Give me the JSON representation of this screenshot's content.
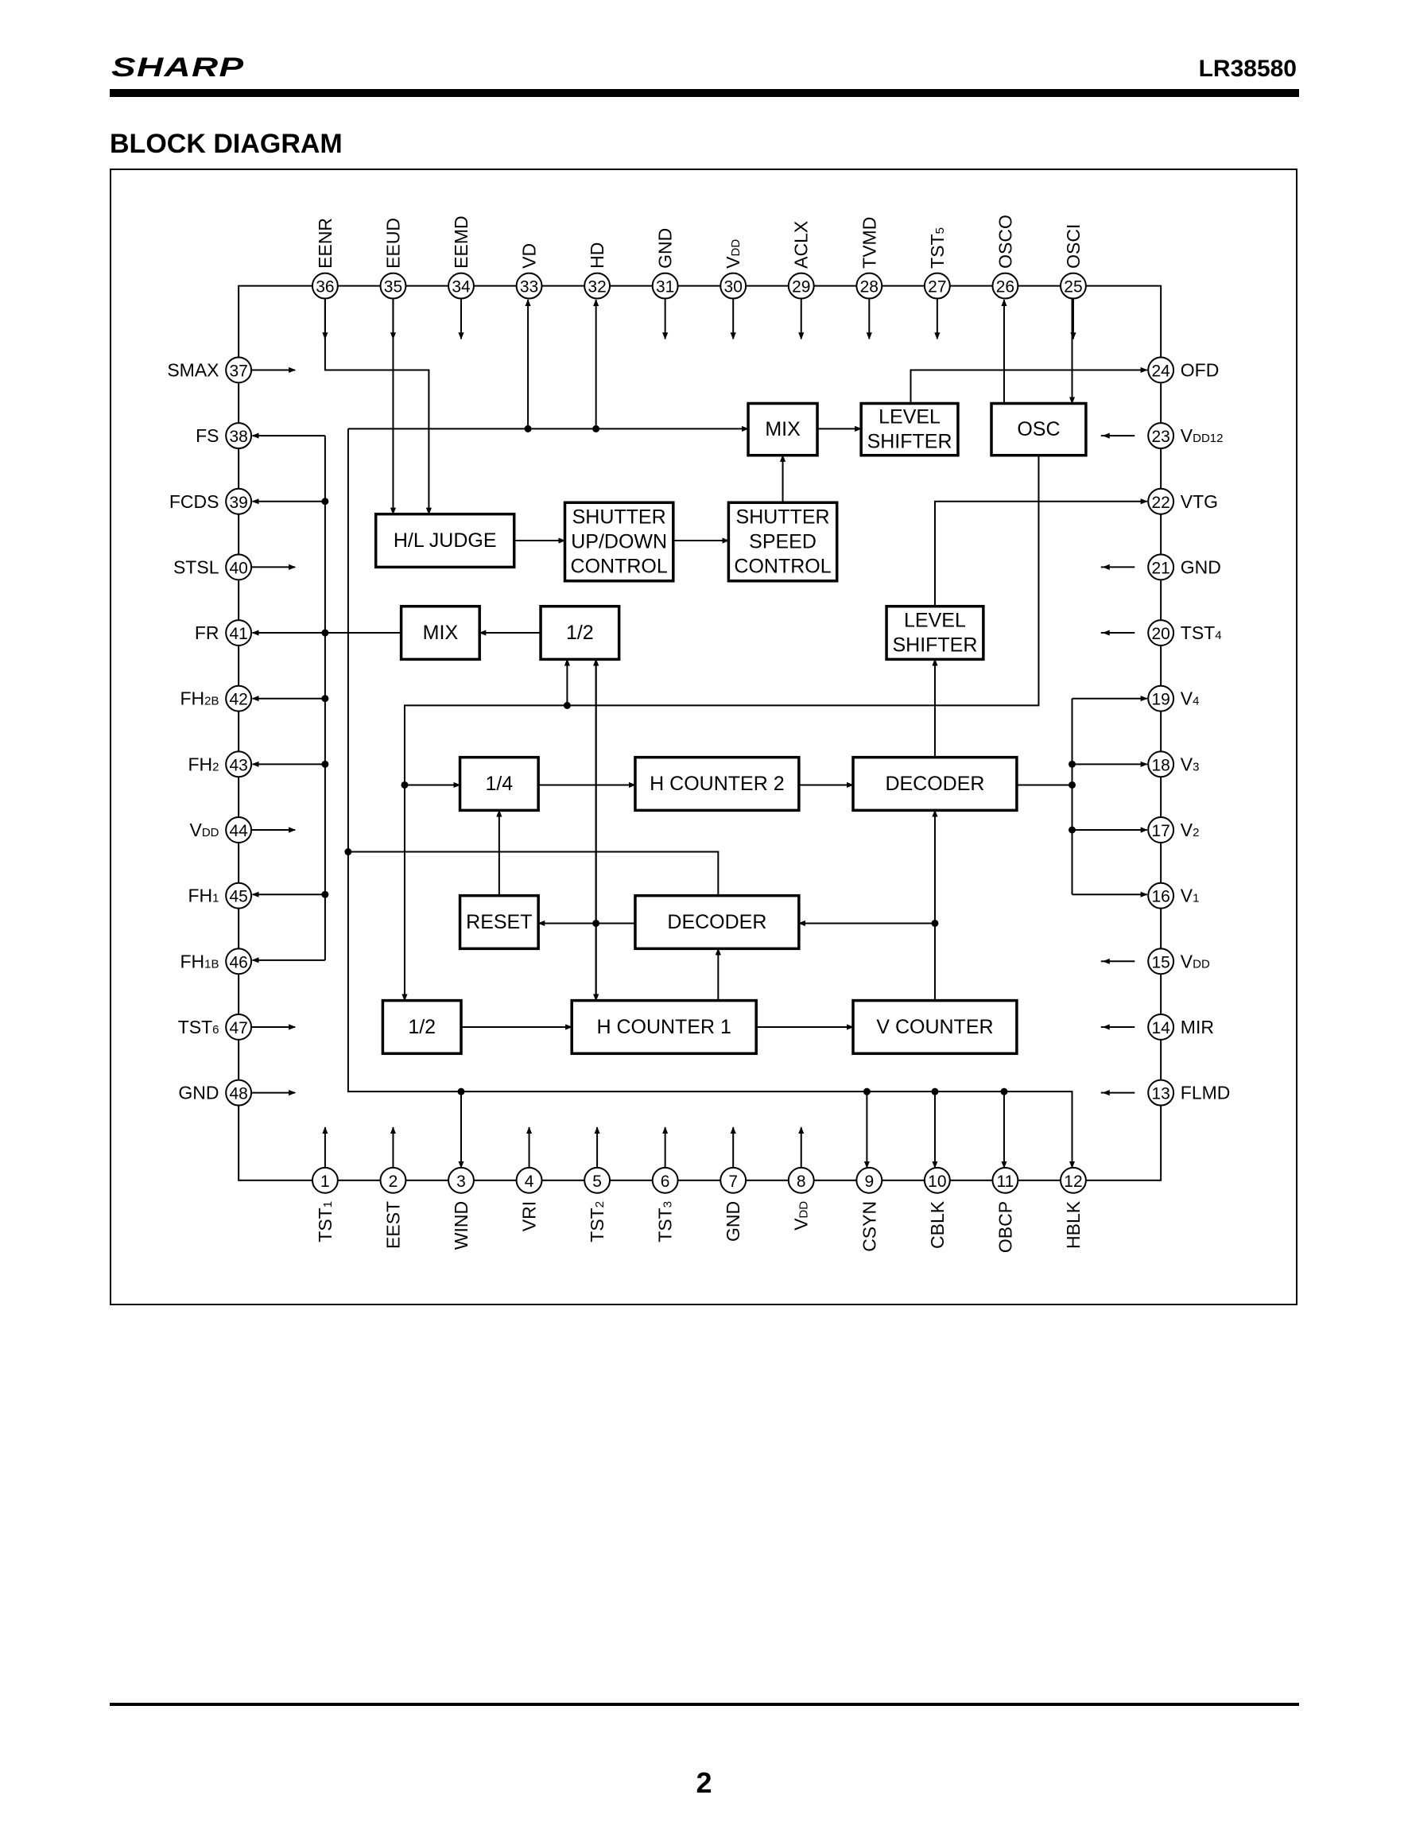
{
  "header": {
    "brand": "SHARP",
    "part_number": "LR38580"
  },
  "section_title": "BLOCK DIAGRAM",
  "pins": {
    "top": [
      {
        "num": "36",
        "name": "EENR",
        "dir": "in"
      },
      {
        "num": "35",
        "name": "EEUD",
        "dir": "in"
      },
      {
        "num": "34",
        "name": "EEMD",
        "dir": "in"
      },
      {
        "num": "33",
        "name": "VD",
        "dir": "out"
      },
      {
        "num": "32",
        "name": "HD",
        "dir": "out"
      },
      {
        "num": "31",
        "name": "GND",
        "dir": "in"
      },
      {
        "num": "30",
        "name": "VDD",
        "dir": "in"
      },
      {
        "num": "29",
        "name": "ACLX",
        "dir": "in"
      },
      {
        "num": "28",
        "name": "TVMD",
        "dir": "in"
      },
      {
        "num": "27",
        "name": "TST5",
        "dir": "in"
      },
      {
        "num": "26",
        "name": "OSCO",
        "dir": "out"
      },
      {
        "num": "25",
        "name": "OSCI",
        "dir": "in"
      }
    ],
    "left": [
      {
        "num": "37",
        "name": "SMAX",
        "dir": "in"
      },
      {
        "num": "38",
        "name": "FS",
        "dir": "out"
      },
      {
        "num": "39",
        "name": "FCDS",
        "dir": "out"
      },
      {
        "num": "40",
        "name": "STSL",
        "dir": "in"
      },
      {
        "num": "41",
        "name": "FR",
        "dir": "out"
      },
      {
        "num": "42",
        "name": "FH2B",
        "dir": "out"
      },
      {
        "num": "43",
        "name": "FH2",
        "dir": "out"
      },
      {
        "num": "44",
        "name": "VDD",
        "dir": "in"
      },
      {
        "num": "45",
        "name": "FH1",
        "dir": "out"
      },
      {
        "num": "46",
        "name": "FH1B",
        "dir": "out"
      },
      {
        "num": "47",
        "name": "TST6",
        "dir": "in"
      },
      {
        "num": "48",
        "name": "GND",
        "dir": "in"
      }
    ],
    "right": [
      {
        "num": "24",
        "name": "OFD",
        "dir": "out"
      },
      {
        "num": "23",
        "name": "VDD12",
        "dir": "in"
      },
      {
        "num": "22",
        "name": "VTG",
        "dir": "out"
      },
      {
        "num": "21",
        "name": "GND",
        "dir": "in"
      },
      {
        "num": "20",
        "name": "TST4",
        "dir": "in"
      },
      {
        "num": "19",
        "name": "V4",
        "dir": "out"
      },
      {
        "num": "18",
        "name": "V3",
        "dir": "out"
      },
      {
        "num": "17",
        "name": "V2",
        "dir": "out"
      },
      {
        "num": "16",
        "name": "V1",
        "dir": "out"
      },
      {
        "num": "15",
        "name": "VDD",
        "dir": "in"
      },
      {
        "num": "14",
        "name": "MIR",
        "dir": "in"
      },
      {
        "num": "13",
        "name": "FLMD",
        "dir": "in"
      }
    ],
    "bottom": [
      {
        "num": "1",
        "name": "TST1",
        "dir": "in"
      },
      {
        "num": "2",
        "name": "EEST",
        "dir": "in"
      },
      {
        "num": "3",
        "name": "WIND",
        "dir": "out"
      },
      {
        "num": "4",
        "name": "VRI",
        "dir": "in"
      },
      {
        "num": "5",
        "name": "TST2",
        "dir": "in"
      },
      {
        "num": "6",
        "name": "TST3",
        "dir": "in"
      },
      {
        "num": "7",
        "name": "GND",
        "dir": "in"
      },
      {
        "num": "8",
        "name": "VDD",
        "dir": "in"
      },
      {
        "num": "9",
        "name": "CSYN",
        "dir": "out"
      },
      {
        "num": "10",
        "name": "CBLK",
        "dir": "out"
      },
      {
        "num": "11",
        "name": "OBCP",
        "dir": "out"
      },
      {
        "num": "12",
        "name": "HBLK",
        "dir": "out"
      }
    ]
  },
  "blocks": {
    "mix_top": [
      "MIX"
    ],
    "level_shifter_top": [
      "LEVEL",
      "SHIFTER"
    ],
    "osc": [
      "OSC"
    ],
    "hl_judge": [
      "H/L JUDGE"
    ],
    "shutter_updown": [
      "SHUTTER",
      "UP/DOWN",
      "CONTROL"
    ],
    "shutter_speed": [
      "SHUTTER",
      "SPEED",
      "CONTROL"
    ],
    "level_shifter_mid": [
      "LEVEL",
      "SHIFTER"
    ],
    "mix_left": [
      "MIX"
    ],
    "half_top": [
      "1/2"
    ],
    "quarter": [
      "1/4"
    ],
    "h_counter_2": [
      "H COUNTER 2"
    ],
    "decoder_right": [
      "DECODER"
    ],
    "reset": [
      "RESET"
    ],
    "decoder_mid": [
      "DECODER"
    ],
    "half_bottom": [
      "1/2"
    ],
    "h_counter_1": [
      "H COUNTER 1"
    ],
    "v_counter": [
      "V COUNTER"
    ]
  },
  "page_number": "2"
}
